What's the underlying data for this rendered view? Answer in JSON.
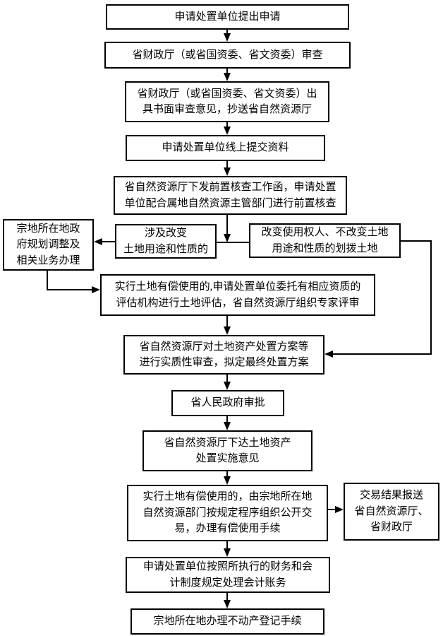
{
  "colors": {
    "ink": "#000000",
    "background": "#ffffff"
  },
  "nodes": {
    "submit_application": "申请处置单位提出申请",
    "finance_review": "省财政厅（或省国资委、省文资委）审查",
    "written_opinion": "省财政厅（或省国资委、省文资委）出\n具书面审查意见，抄送省自然资源厅",
    "online_materials": "申请处置单位线上提交资料",
    "pre_check": "省自然资源厅下发前置核查工作函，申请处置\n单位配合属地自然资源主管部门进行前置核查",
    "change_use": "涉及改变\n土地用途和性质的",
    "change_holder": "改变使用权人、不改变土地\n用途和性质的划拨土地",
    "local_planning": "宗地所在地政\n府规划调整及\n相关业务办理",
    "valuation": "实行土地有偿使用的,申请处置单位委托有相应资质的\n评估机构进行土地评估，省自然资源厅组织专家评审",
    "substantive_review": "省自然资源厅对土地资产处置方案等\n进行实质性审查，拟定最终处置方案",
    "provincial_approval": "省人民政府审批",
    "implementation_opinion": "省自然资源厅下达土地资产\n处置实施意见",
    "public_trading": "实行土地有偿使用的，由宗地所在地\n自然资源部门按规定程序组织公开交\n易，办理有偿使用手续",
    "trade_result_report": "交易结果报送\n省自然资源厅、\n省财政厅",
    "accounting": "申请处置单位按照所执行的财务和会\n计制度规定处理会计账务",
    "property_registration": "宗地所在地办理不动产登记手续"
  }
}
